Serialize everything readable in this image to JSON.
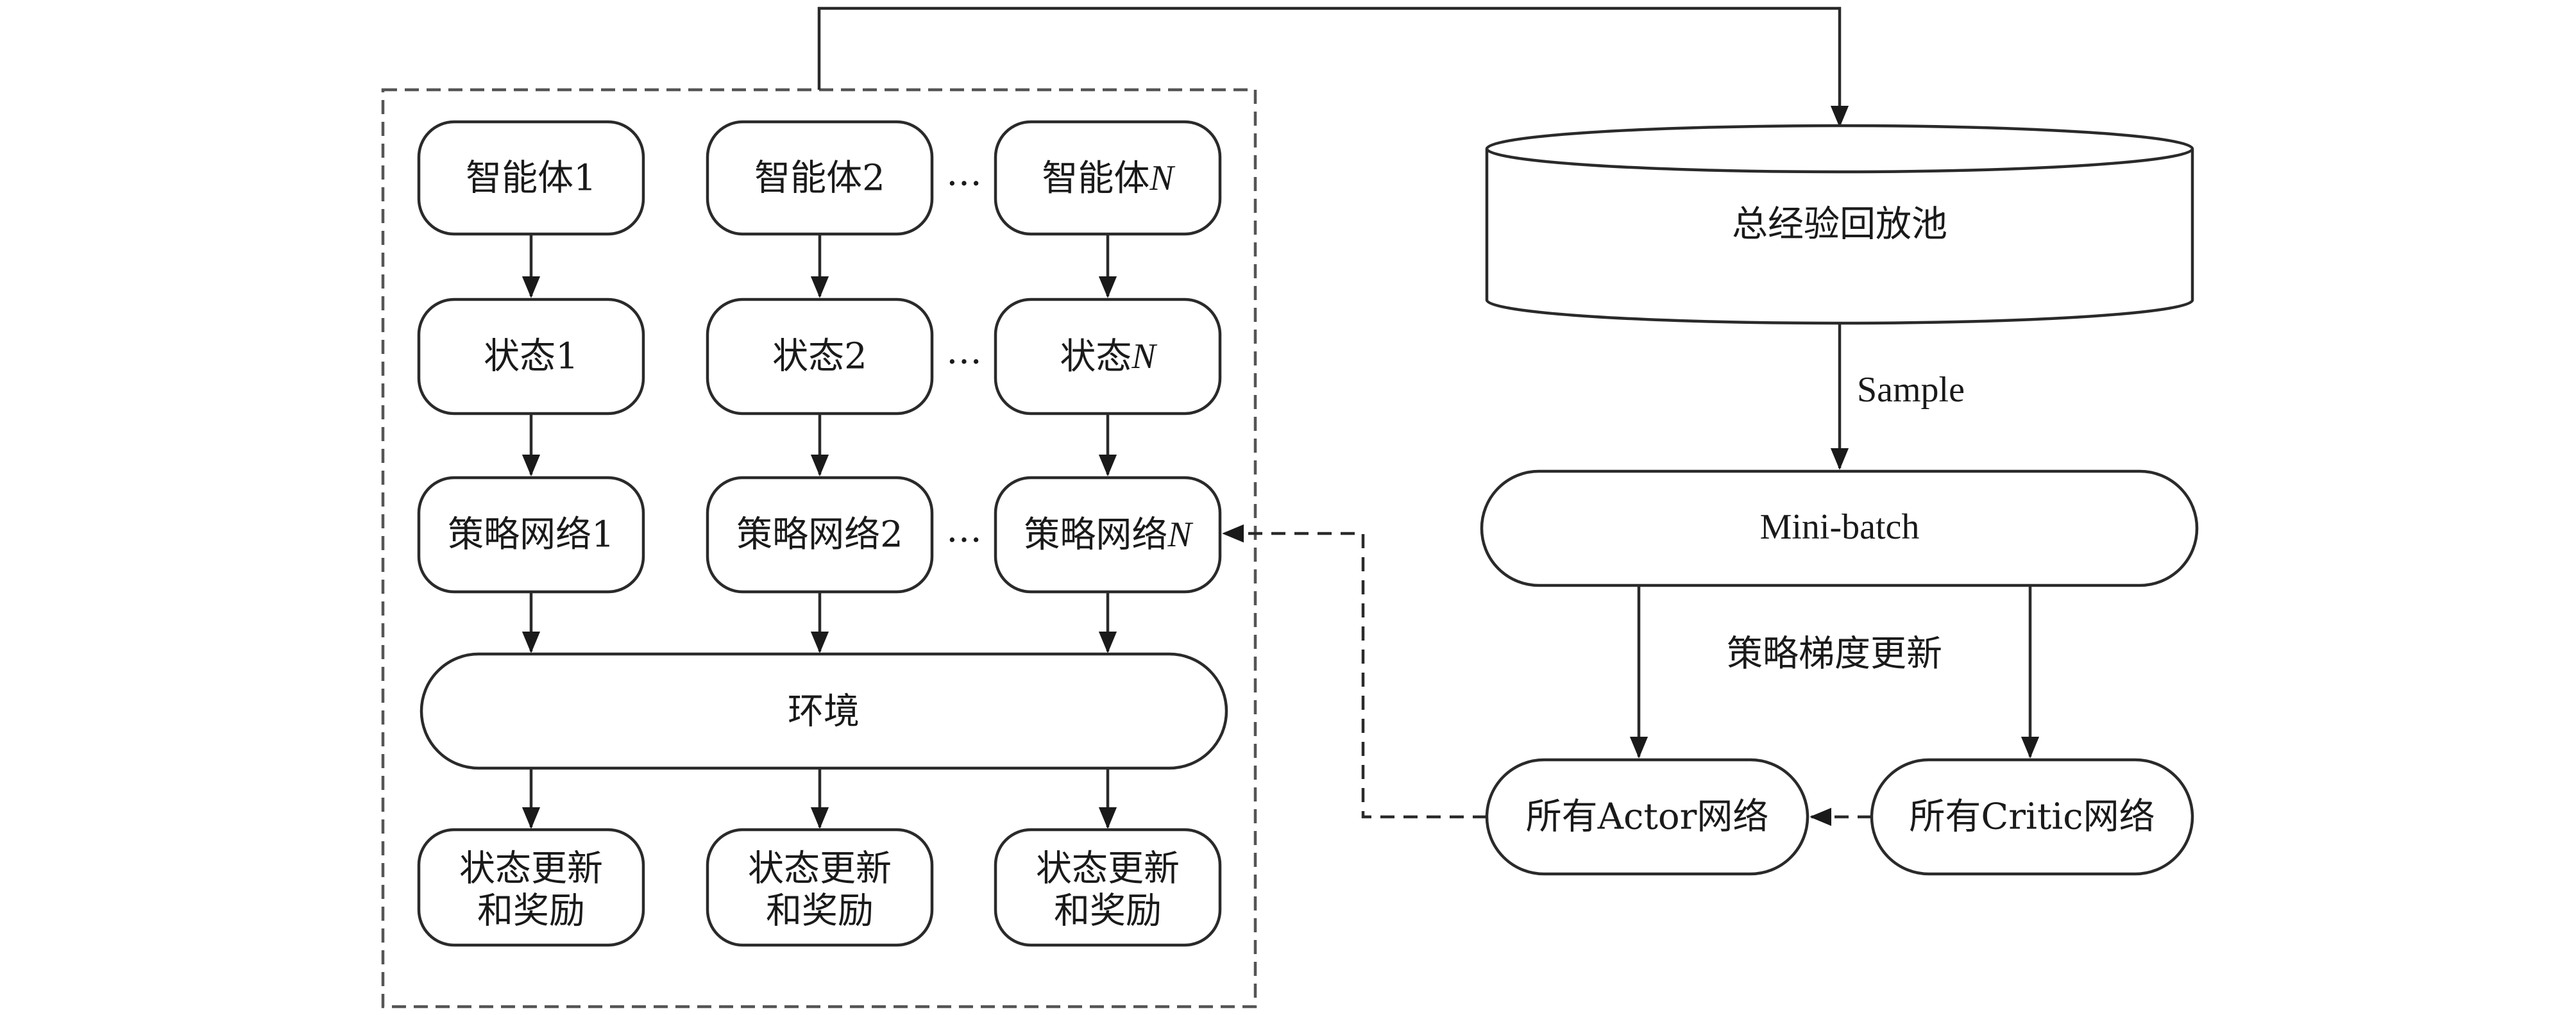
{
  "agents": {
    "agent_1": "智能体1",
    "agent_2": "智能体2",
    "agent_n_prefix": "智能体",
    "agent_n_var": "N",
    "ellipsis": "…"
  },
  "states": {
    "state_1": "状态1",
    "state_2": "状态2",
    "state_n_prefix": "状态",
    "state_n_var": "N"
  },
  "policies": {
    "policy_1": "策略网络1",
    "policy_2": "策略网络2",
    "policy_n_prefix": "策略网络",
    "policy_n_var": "N"
  },
  "environment": "环境",
  "outputs": {
    "line1": "状态更新",
    "line2": "和奖励"
  },
  "replay_pool": "总经验回放池",
  "sample_label": "Sample",
  "mini_batch": "Mini-batch",
  "policy_gradient_update": "策略梯度更新",
  "all_actor": "所有Actor网络",
  "all_critic": "所有Critic网络"
}
